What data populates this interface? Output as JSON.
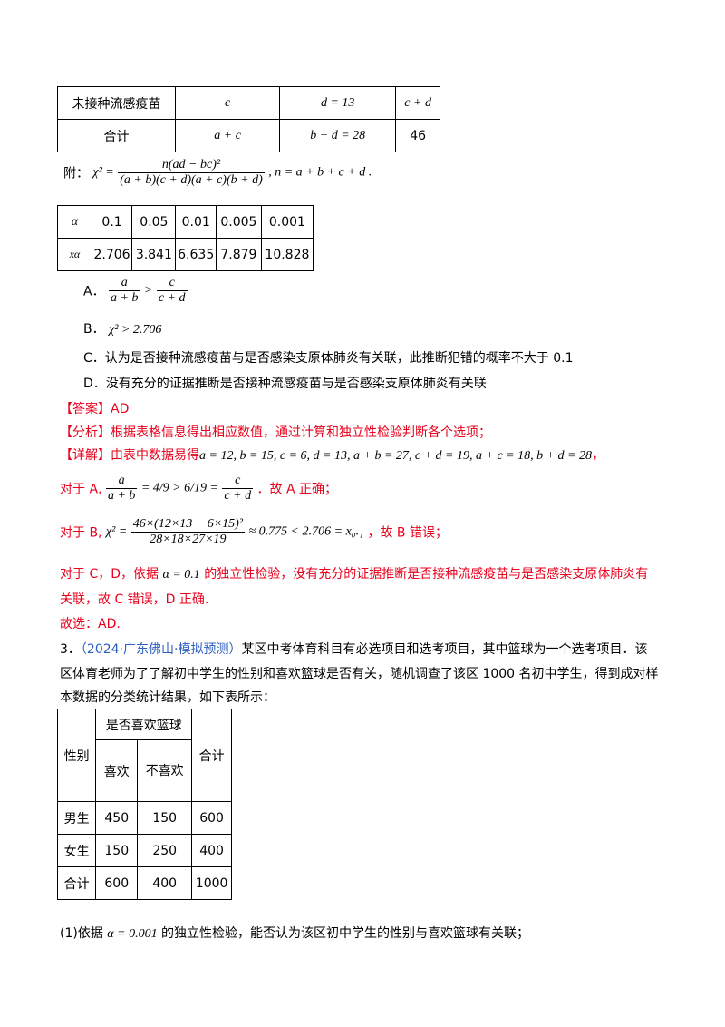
{
  "table1": {
    "rows": [
      {
        "label": "未接种流感疫苗",
        "c1": "c",
        "c2": "d = 13",
        "c3": "c + d"
      },
      {
        "label": "合计",
        "c1": "a + c",
        "c2": "b + d = 28",
        "c3": "46"
      }
    ]
  },
  "formula": {
    "prefix": "附：",
    "chi": "χ² =",
    "num": "n(ad − bc)²",
    "den": "(a + b)(c + d)(a + c)(b + d)",
    "suffix": ", n = a + b + c + d ."
  },
  "alpha_table": {
    "row1_label": "α",
    "row2_label": "xα",
    "alphas": [
      "0.1",
      "0.05",
      "0.01",
      "0.005",
      "0.001"
    ],
    "critical": [
      "2.706",
      "3.841",
      "6.635",
      "7.879",
      "10.828"
    ]
  },
  "options": {
    "a_label": "A．",
    "a_num1": "a",
    "a_den1": "a + b",
    "a_gt": ">",
    "a_num2": "c",
    "a_den2": "c + d",
    "b_label": "B．",
    "b_text": "χ² > 2.706",
    "c_text": "C．认为是否接种流感疫苗与是否感染支原体肺炎有关联，此推断犯错的概率不大于 0.1",
    "d_text": "D．没有充分的证据推断是否接种流感疫苗与是否感染支原体肺炎有关联"
  },
  "answer": {
    "answer_line": "【答案】AD",
    "analysis_line": "【分析】根据表格信息得出相应数值，通过计算和独立性检验判断各个选项；",
    "detail_prefix": "【详解】由表中数据易得",
    "detail_values": "a = 12, b = 15, c = 6, d = 13, a + b = 27, c + d = 19, a + c = 18, b + d = 28",
    "detail_end": "，",
    "for_a_prefix": "对于 A,",
    "for_a_num1": "a",
    "for_a_den1": "a + b",
    "for_a_mid": "= 4/9 > 6/19 =",
    "for_a_num3": "c",
    "for_a_den3": "c + d",
    "for_a_suffix": "．故 A 正确；",
    "for_b_prefix": "对于 B,",
    "for_b_chi": "χ² =",
    "for_b_num": "46×(12×13 − 6×15)²",
    "for_b_den": "28×18×27×19",
    "for_b_tail": "≈ 0.775 < 2.706 = x₀.₁",
    "for_b_suffix": "，故 B 错误；",
    "for_cd_prefix": "对于 C，D，依据",
    "for_cd_alpha": "α = 0.1",
    "for_cd_rest1": "的独立性检验，没有充分的证据推断是否接种流感疫苗与是否感染支原体肺炎有",
    "for_cd_rest2": "关联，故 C 错误，D 正确.",
    "conclusion": "故选：AD."
  },
  "question3": {
    "number": "3．",
    "source": "（2024·广东佛山·模拟预测）",
    "text1": "某区中考体育科目有必选项目和选考项目，其中篮球为一个选考项目．该",
    "text2": "区体育老师为了了解初中学生的性别和喜欢篮球是否有关，随机调查了该区 1000 名初中学生，得到成对样",
    "text3": "本数据的分类统计结果，如下表所示："
  },
  "table2": {
    "gender_header": "性别",
    "like_header": "是否喜欢篮球",
    "total_header": "合计",
    "like": "喜欢",
    "dislike": "不喜欢",
    "rows": [
      {
        "label": "男生",
        "like": "450",
        "dislike": "150",
        "total": "600"
      },
      {
        "label": "女生",
        "like": "150",
        "dislike": "250",
        "total": "400"
      },
      {
        "label": "合计",
        "like": "600",
        "dislike": "400",
        "total": "1000"
      }
    ]
  },
  "subq1": {
    "prefix": "(1)依据",
    "alpha": "α = 0.001",
    "rest": "的独立性检验，能否认为该区初中学生的性别与喜欢篮球有关联；"
  }
}
